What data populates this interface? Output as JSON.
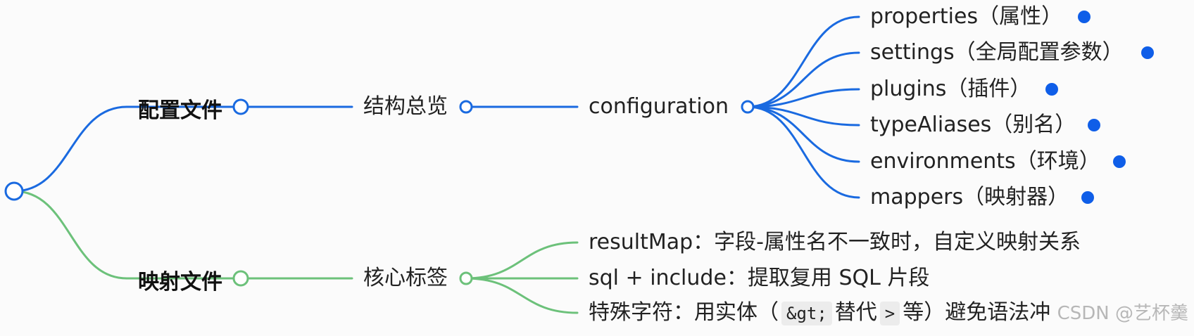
{
  "colors": {
    "blue": "#1a6ae0",
    "green": "#6cc17a",
    "dot_blue": "#0f5ee8"
  },
  "root": {
    "branches": [
      {
        "label": "配置文件",
        "color": "blue",
        "child": {
          "label": "结构总览",
          "child": {
            "label": "configuration",
            "leaves": [
              "properties（属性）",
              "settings（全局配置参数）",
              "plugins（插件）",
              "typeAliases（别名）",
              "environments（环境）",
              "mappers（映射器）"
            ]
          }
        }
      },
      {
        "label": "映射文件",
        "color": "green",
        "child": {
          "label": "核心标签",
          "leaves": [
            "resultMap：字段-属性名不一致时，自定义映射关系",
            "sql + include：提取复用 SQL 片段"
          ],
          "special_leaf": {
            "prefix": "特殊字符：用实体（",
            "code1": "&gt;",
            "middle": "替代",
            "code2": ">",
            "suffix": "等）避免语法冲"
          }
        }
      }
    ]
  },
  "watermark": "CSDN @艺杯羹"
}
